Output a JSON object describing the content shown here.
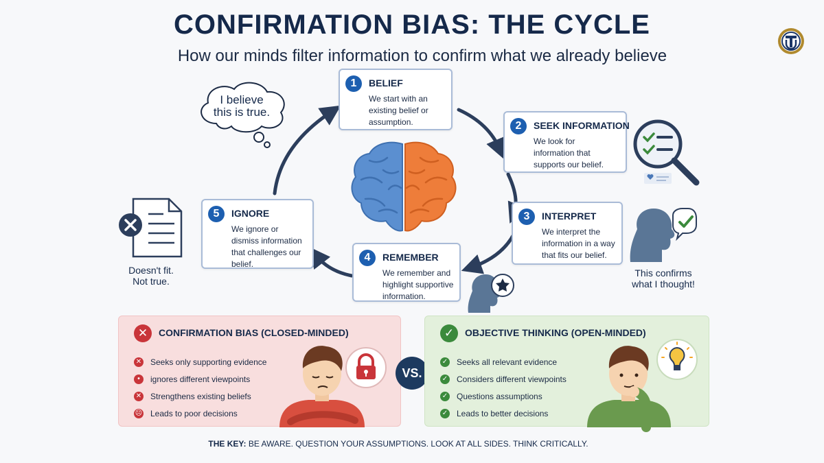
{
  "header": {
    "title": "CONFIRMATION BIAS: THE CYCLE",
    "subtitle": "How our minds filter information to confirm what we already believe"
  },
  "steps": [
    {
      "num": "1",
      "title": "BELIEF",
      "desc": [
        "We start with an",
        "existing belief or",
        "assumption."
      ]
    },
    {
      "num": "2",
      "title": "SEEK INFORMATION",
      "desc": [
        "We look for",
        "information that",
        "supports our belief."
      ]
    },
    {
      "num": "3",
      "title": "INTERPRET",
      "desc": [
        "We interpret the",
        "information in a way",
        "that fits our belief."
      ]
    },
    {
      "num": "4",
      "title": "REMEMBER",
      "desc": [
        "We remember and",
        "highlight supportive",
        "information."
      ]
    },
    {
      "num": "5",
      "title": "IGNORE",
      "desc": [
        "We ignore or",
        "dismiss information",
        "that challenges our",
        "belief."
      ]
    }
  ],
  "thought_bubble": [
    "I believe",
    "this is true."
  ],
  "captions": {
    "doesnt_fit": [
      "Doesn't fit.",
      "Not true."
    ],
    "confirms": [
      "This confirms",
      "what I thought!"
    ]
  },
  "panels": {
    "bias": {
      "title": "CONFIRMATION BIAS (CLOSED-MINDED)",
      "items": [
        "Seeks only supporting evidence",
        "ignores different viewpoints",
        "Strengthens existing beliefs",
        "Leads to poor decisions"
      ]
    },
    "objective": {
      "title": "OBJECTIVE THINKING (OPEN-MINDED)",
      "items": [
        "Seeks all relevant evidence",
        "Considers different viewpoints",
        "Questions assumptions",
        "Leads to better decisions"
      ]
    }
  },
  "vs_label": "VS.",
  "key": {
    "label": "THE KEY:",
    "text": "BE AWARE. QUESTION YOUR ASSUMPTIONS. LOOK AT ALL SIDES. THINK CRITICALLY."
  },
  "colors": {
    "navy": "#15294a",
    "step_blue": "#1d5fb0",
    "arrow": "#2c3e5c",
    "bias_red": "#c9353a",
    "objective_green": "#3b8a3c",
    "brain_left": "#5b8fd0",
    "brain_right": "#ee7d3a"
  },
  "icons": [
    "brain-icon",
    "magnifier-checklist-icon",
    "head-check-icon",
    "head-star-icon",
    "document-x-icon",
    "lock-icon",
    "lightbulb-icon",
    "thought-bubble-icon",
    "logo-icon"
  ]
}
